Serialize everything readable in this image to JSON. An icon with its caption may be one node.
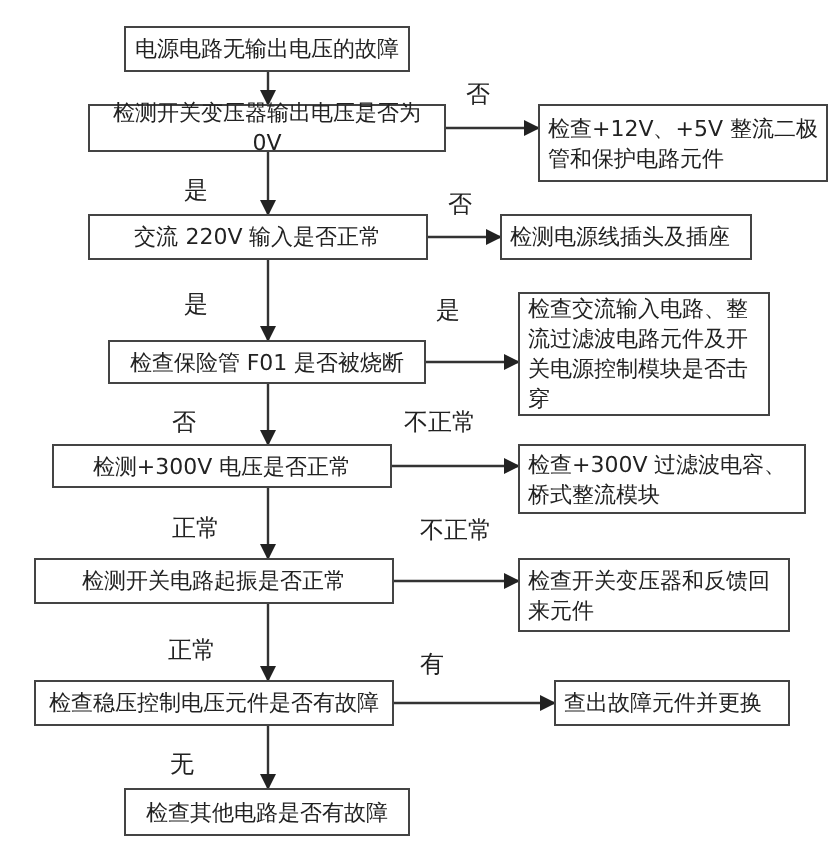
{
  "diagram": {
    "nodes": [
      {
        "text": [
          "电源电路无输出电压的故障"
        ]
      },
      {
        "text": [
          "检测开关变压器输出电压是否为 0V"
        ]
      },
      {
        "text": [
          "检查+12V、+5V 整流二极管和保护电路元件"
        ]
      },
      {
        "text": [
          "交流 220V 输入是否正常"
        ]
      },
      {
        "text": [
          "检测电源线插头及插座"
        ]
      },
      {
        "text": [
          "检查保险管 F01 是否被烧断"
        ]
      },
      {
        "text": [
          "检查交流输入电路、整流过滤波电路元件及开关电源控制模块是否击穿"
        ]
      },
      {
        "text": [
          "检测+300V 电压是否正常"
        ]
      },
      {
        "text": [
          "检查+300V 过滤波电容、桥式整流模块"
        ]
      },
      {
        "text": [
          "检测开关电路起振是否正常"
        ]
      },
      {
        "text": [
          "检查开关变压器和反馈回来元件"
        ]
      },
      {
        "text": [
          "检查稳压控制电压元件是否有故障"
        ]
      },
      {
        "text": [
          "查出故障元件并更换"
        ]
      },
      {
        "text": [
          "检查其他电路是否有故障"
        ]
      }
    ],
    "edges": [
      {
        "from": 0,
        "to": 1,
        "arrow": "to"
      },
      {
        "from": 1,
        "to": 2,
        "arrow": "to",
        "label": "否"
      },
      {
        "from": 1,
        "to": 3,
        "arrow": "to",
        "label": "是"
      },
      {
        "from": 3,
        "to": 4,
        "arrow": "to",
        "label": "否"
      },
      {
        "from": 3,
        "to": 5,
        "arrow": "to",
        "label": "是"
      },
      {
        "from": 5,
        "to": 6,
        "arrow": "to",
        "label": "是"
      },
      {
        "from": 5,
        "to": 7,
        "arrow": "to",
        "label": "否"
      },
      {
        "from": 7,
        "to": 8,
        "arrow": "to",
        "label": "不正常"
      },
      {
        "from": 7,
        "to": 9,
        "arrow": "to",
        "label": "正常"
      },
      {
        "from": 9,
        "to": 10,
        "arrow": "to",
        "label": "不正常"
      },
      {
        "from": 9,
        "to": 11,
        "arrow": "to",
        "label": "正常"
      },
      {
        "from": 11,
        "to": 12,
        "arrow": "to",
        "label": "有"
      },
      {
        "from": 11,
        "to": 13,
        "arrow": "to",
        "label": "无"
      }
    ]
  }
}
